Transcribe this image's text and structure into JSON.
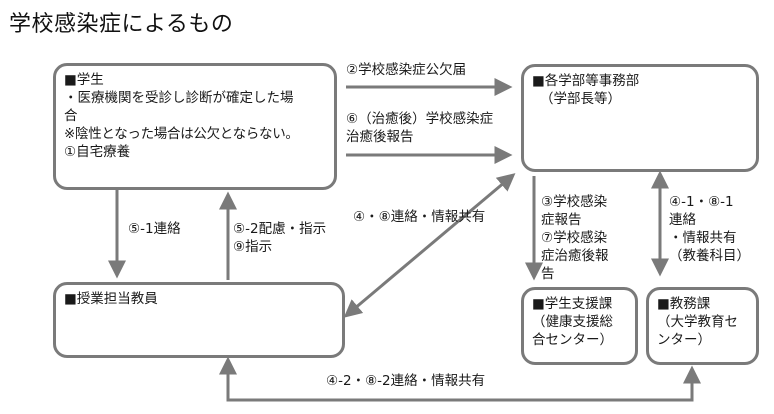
{
  "title": "学校感染症によるもの",
  "nodes": {
    "student": {
      "heading": "■学生",
      "lines": [
        "・医療機関を受診し診断が確定した場",
        "合",
        "※陰性となった場合は公欠とならない。",
        "①自宅療養"
      ]
    },
    "faculty_office": {
      "heading": "■各学部等事務部",
      "lines": [
        "（学部長等）"
      ]
    },
    "teacher": {
      "heading": "■授業担当教員",
      "lines": []
    },
    "student_support": {
      "heading": "■学生支援課",
      "lines": [
        "（健康支援総",
        "合センター）"
      ]
    },
    "academic_affairs": {
      "heading": "■教務課",
      "lines": [
        "（大学教育セ",
        "ンター）"
      ]
    }
  },
  "edges": {
    "e2": {
      "from": "student",
      "to": "faculty_office",
      "label": [
        "②学校感染症公欠届"
      ]
    },
    "e6": {
      "from": "student",
      "to": "faculty_office",
      "label": [
        "⑥（治癒後）学校感染症",
        "治癒後報告"
      ]
    },
    "e5_1": {
      "from": "student",
      "to": "teacher",
      "label": [
        "⑤-1連絡"
      ]
    },
    "e5_2": {
      "from": "teacher",
      "to": "student",
      "label": [
        "⑤-2配慮・指示",
        "⑨指示"
      ]
    },
    "e4_8": {
      "from": "faculty_office",
      "to": "teacher",
      "bidirectional": true,
      "label": [
        "④・⑧連絡・情報共有"
      ]
    },
    "e3_7": {
      "from": "faculty_office",
      "to": "student_support",
      "label": [
        "③学校感染",
        "症報告",
        "⑦学校感染",
        "症治癒後報",
        "告"
      ]
    },
    "e4_1": {
      "from": "faculty_office",
      "to": "academic_affairs",
      "bidirectional": true,
      "label": [
        "④-1・⑧-1",
        "連絡",
        "・情報共有",
        "（教養科目）"
      ]
    },
    "e4_2": {
      "from": "academic_affairs",
      "to": "teacher",
      "bidirectional": true,
      "label": [
        "④-2・⑧-2連絡・情報共有"
      ]
    }
  },
  "colors": {
    "border": "#7a7a7a",
    "arrow": "#7a7a7a",
    "text": "#1a1a1a"
  }
}
